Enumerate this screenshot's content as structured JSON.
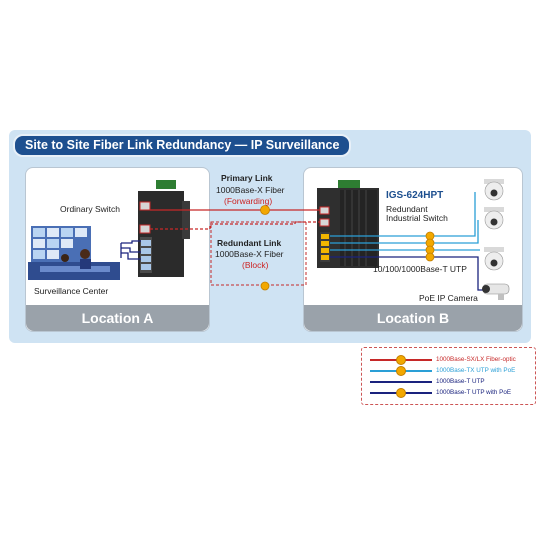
{
  "title": "Site to Site Fiber Link Redundancy — IP Surveillance",
  "location_a": {
    "label": "Location A",
    "switch_label": "Ordinary Switch",
    "center_label": "Surveillance Center"
  },
  "location_b": {
    "label": "Location B",
    "switch_model": "IGS-624HPT",
    "switch_desc_1": "Redundant",
    "switch_desc_2": "Industrial Switch",
    "utp_label": "10/100/1000Base-T UTP",
    "camera_label": "PoE IP Camera"
  },
  "primary_link": {
    "title": "Primary Link",
    "type": "1000Base-X Fiber",
    "status": "(Forwarding)"
  },
  "redundant_link": {
    "title": "Redundant Link",
    "type": "1000Base-X Fiber",
    "status": "(Block)"
  },
  "legend": [
    {
      "label": "1000Base-SX/LX Fiber-optic",
      "color": "#c62828",
      "dot": true,
      "text_color": "#c62828"
    },
    {
      "label": "1000Base-TX UTP with PoE",
      "color": "#2a9fd6",
      "dot": true,
      "text_color": "#2a9fd6"
    },
    {
      "label": "1000Base-T UTP",
      "color": "#1a237e",
      "dot": false,
      "text_color": "#1a237e"
    },
    {
      "label": "1000Base-T UTP with PoE",
      "color": "#1a237e",
      "dot": true,
      "text_color": "#1a237e"
    }
  ],
  "colors": {
    "title_bg": "#1d4f8f",
    "panel_bg": "#cfe3f3",
    "fiber": "#c62828",
    "utp_poe": "#2a9fd6",
    "utp": "#1a237e",
    "poe_dot": "#f2a800"
  }
}
